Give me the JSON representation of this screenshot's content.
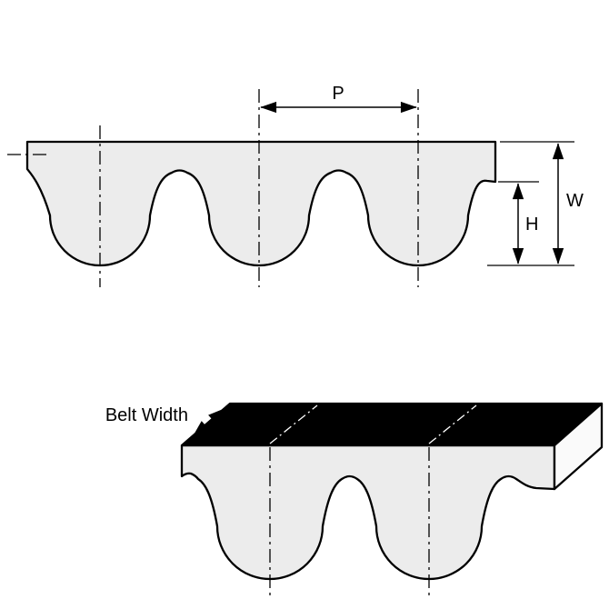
{
  "labels": {
    "pitch": "P",
    "overall_depth": "W",
    "tooth_height": "H",
    "belt_width": "Belt Width"
  },
  "colors": {
    "outline": "#000000",
    "belt_fill": "#ececec",
    "top_face_fill": "#000000",
    "end_face_fill": "#fafafa",
    "background": "#ffffff"
  }
}
